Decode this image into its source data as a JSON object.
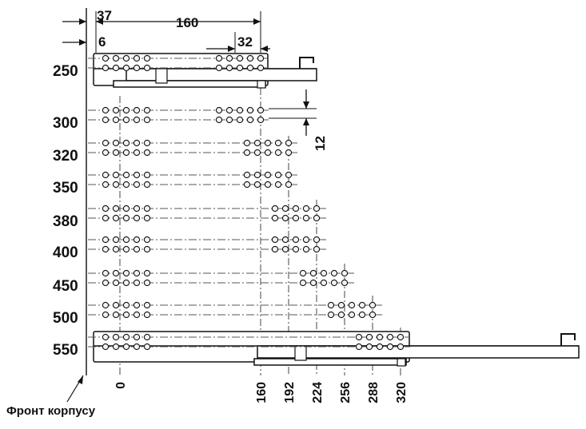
{
  "dimensions": {
    "offset_37": "37",
    "spacing_160": "160",
    "offset_6": "6",
    "spacing_32": "32",
    "gap_12": "12"
  },
  "rows": [
    {
      "label": "250"
    },
    {
      "label": "300"
    },
    {
      "label": "320"
    },
    {
      "label": "350"
    },
    {
      "label": "380"
    },
    {
      "label": "400"
    },
    {
      "label": "450"
    },
    {
      "label": "500"
    },
    {
      "label": "550"
    }
  ],
  "bottom_ticks": [
    "0",
    "160",
    "192",
    "224",
    "256",
    "288",
    "320"
  ],
  "front_label": "Фронт корпусу",
  "colors": {
    "ink": "#111111",
    "hole_fill": "#f2f2f2",
    "rail_fill": "#ffffff",
    "dash": "#555555"
  }
}
